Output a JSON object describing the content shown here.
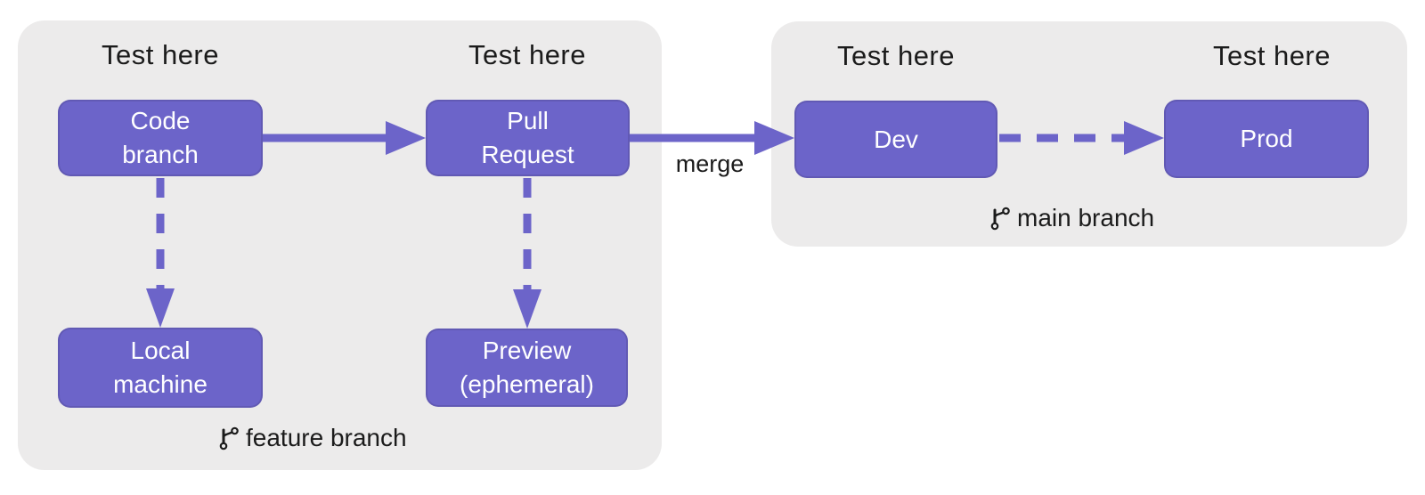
{
  "diagram": {
    "test_label": "Test here",
    "merge_label": "merge",
    "groups": {
      "feature": {
        "caption": "feature branch"
      },
      "main": {
        "caption": "main branch"
      }
    },
    "nodes": {
      "code_branch": {
        "line1": "Code",
        "line2": "branch"
      },
      "pull_request": {
        "line1": "Pull",
        "line2": "Request"
      },
      "local_machine": {
        "line1": "Local",
        "line2": "machine"
      },
      "preview": {
        "line1": "Preview",
        "line2": "(ephemeral)"
      },
      "dev": {
        "line1": "Dev",
        "line2": ""
      },
      "prod": {
        "line1": "Prod",
        "line2": ""
      }
    },
    "icons": {
      "branch_icon": "git-branch"
    },
    "colors": {
      "node_fill": "#6C64C9",
      "arrow": "#6C64C9",
      "panel_fill": "#ECEBEB",
      "label_text": "#1B1B1B",
      "node_text": "#FFFFFF",
      "background": "#FFFFFF"
    }
  }
}
